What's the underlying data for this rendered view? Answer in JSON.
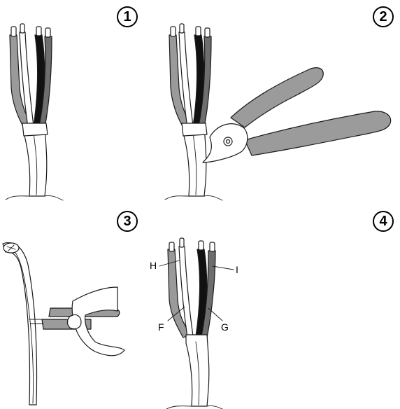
{
  "steps": [
    {
      "number": "1"
    },
    {
      "number": "2"
    },
    {
      "number": "3"
    },
    {
      "number": "4"
    }
  ],
  "labels": {
    "H": "H",
    "I": "I",
    "F": "F",
    "G": "G"
  },
  "colors": {
    "wire_grey": "#9a9a9a",
    "wire_dark_grey": "#6e6e6e",
    "wire_black": "#111111",
    "wire_white": "#ffffff",
    "tool_grey": "#9b9b9b",
    "outline": "#1a1a1a"
  }
}
